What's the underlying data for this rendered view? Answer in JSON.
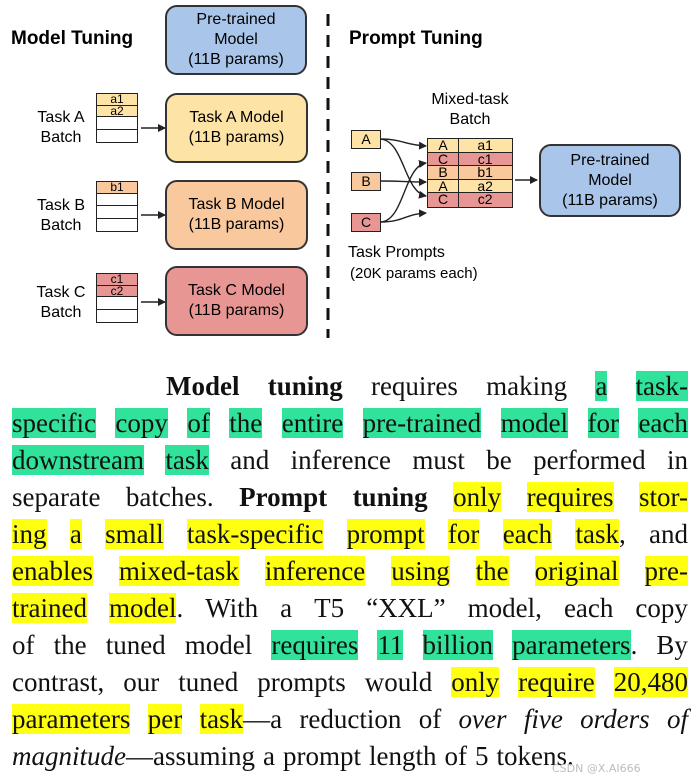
{
  "figure": {
    "left_title": "Model Tuning",
    "right_title": "Prompt Tuning",
    "pretrained_top": [
      "Pre-trained",
      "Model",
      "(11B params)"
    ],
    "tasks": [
      {
        "batch_label": [
          "Task A",
          "Batch"
        ],
        "rows": [
          "a1",
          "a2",
          "",
          ""
        ],
        "model": [
          "Task A Model",
          "(11B params)"
        ],
        "color": "#fde3a6"
      },
      {
        "batch_label": [
          "Task B",
          "Batch"
        ],
        "rows": [
          "b1",
          "",
          "",
          ""
        ],
        "model": [
          "Task B Model",
          "(11B params)"
        ],
        "color": "#f9c89d"
      },
      {
        "batch_label": [
          "Task C",
          "Batch"
        ],
        "rows": [
          "c1",
          "c2",
          "",
          ""
        ],
        "model": [
          "Task C Model",
          "(11B params)"
        ],
        "color": "#e89693"
      }
    ],
    "mixed_batch_label": [
      "Mixed-task",
      "Batch"
    ],
    "prompt_tokens": [
      "A",
      "B",
      "C"
    ],
    "mixed_rows": [
      {
        "task": "A",
        "value": "a1"
      },
      {
        "task": "C",
        "value": "c1"
      },
      {
        "task": "B",
        "value": "b1"
      },
      {
        "task": "A",
        "value": "a2"
      },
      {
        "task": "C",
        "value": "c2"
      }
    ],
    "pretrained_right": [
      "Pre-trained",
      "Model",
      "(11B params)"
    ],
    "task_prompts_label": [
      "Task Prompts",
      "(20K params each)"
    ],
    "colors": {
      "task_a": "#fde3a6",
      "task_b": "#f9c89d",
      "task_c": "#e89693",
      "pretrained": "#a9c6ea",
      "highlight_green": "#31e29a",
      "highlight_yellow": "#ffff10"
    }
  },
  "paragraph": {
    "lines": [
      [
        {
          "t": "Model",
          "s": "b"
        },
        {
          "t": "tuning",
          "s": "b"
        },
        {
          "t": "requires"
        },
        {
          "t": "making"
        },
        {
          "t": "a",
          "h": "g"
        },
        {
          "t": "task-",
          "h": "g"
        }
      ],
      [
        {
          "t": "specific",
          "h": "g"
        },
        {
          "t": "copy",
          "h": "g"
        },
        {
          "t": "of",
          "h": "g"
        },
        {
          "t": "the",
          "h": "g"
        },
        {
          "t": "entire",
          "h": "g"
        },
        {
          "t": "pre-trained",
          "h": "g"
        },
        {
          "t": "model",
          "h": "g"
        },
        {
          "t": "for",
          "h": "g"
        },
        {
          "t": "each",
          "h": "g"
        }
      ],
      [
        {
          "t": "downstream",
          "h": "g"
        },
        {
          "t": "task",
          "h": "g"
        },
        {
          "t": "and"
        },
        {
          "t": "inference"
        },
        {
          "t": "must"
        },
        {
          "t": "be"
        },
        {
          "t": "performed"
        },
        {
          "t": "in"
        }
      ],
      [
        {
          "t": "separate"
        },
        {
          "t": "batches."
        },
        {
          "t": "Prompt",
          "s": "b"
        },
        {
          "t": "tuning",
          "s": "b"
        },
        {
          "t": "only",
          "h": "y"
        },
        {
          "t": "requires",
          "h": "y"
        },
        {
          "t": "stor-",
          "h": "y"
        }
      ],
      [
        {
          "t": "ing",
          "h": "y"
        },
        {
          "t": "a",
          "h": "y"
        },
        {
          "t": "small",
          "h": "y"
        },
        {
          "t": "task-specific",
          "h": "y"
        },
        {
          "t": "prompt",
          "h": "y"
        },
        {
          "t": "for",
          "h": "y"
        },
        {
          "t": "each",
          "h": "y"
        },
        {
          "t": "task",
          "h": "y",
          "after": ","
        },
        {
          "t": "and"
        }
      ],
      [
        {
          "t": "enables",
          "h": "y"
        },
        {
          "t": "mixed-task",
          "h": "y"
        },
        {
          "t": "inference",
          "h": "y"
        },
        {
          "t": "using",
          "h": "y"
        },
        {
          "t": "the",
          "h": "y"
        },
        {
          "t": "original",
          "h": "y"
        },
        {
          "t": "pre-",
          "h": "y"
        }
      ],
      [
        {
          "t": "trained",
          "h": "y"
        },
        {
          "t": "model",
          "h": "y",
          "after": "."
        },
        {
          "t": "With"
        },
        {
          "t": "a"
        },
        {
          "t": "T5"
        },
        {
          "t": "“XXL”"
        },
        {
          "t": "model,"
        },
        {
          "t": "each"
        },
        {
          "t": "copy"
        }
      ],
      [
        {
          "t": "of"
        },
        {
          "t": "the"
        },
        {
          "t": "tuned"
        },
        {
          "t": "model"
        },
        {
          "t": "requires",
          "h": "g"
        },
        {
          "t": "11",
          "h": "g"
        },
        {
          "t": "billion",
          "h": "g"
        },
        {
          "t": "parameters",
          "h": "g",
          "after": "."
        },
        {
          "t": "By"
        }
      ],
      [
        {
          "t": "contrast,"
        },
        {
          "t": "our"
        },
        {
          "t": "tuned"
        },
        {
          "t": "prompts"
        },
        {
          "t": "would"
        },
        {
          "t": "only",
          "h": "y"
        },
        {
          "t": "require",
          "h": "y"
        },
        {
          "t": "20,480",
          "h": "y"
        }
      ],
      [
        {
          "t": "parameters",
          "h": "y"
        },
        {
          "t": "per",
          "h": "y"
        },
        {
          "t": "task",
          "h": "y",
          "after": "—a"
        },
        {
          "t": "reduction"
        },
        {
          "t": "of"
        },
        {
          "t": "over",
          "s": "i"
        },
        {
          "t": "five",
          "s": "i"
        },
        {
          "t": "orders",
          "s": "i"
        },
        {
          "t": "of",
          "s": "i"
        }
      ],
      [
        {
          "t": "magnitude",
          "s": "i",
          "after": "—assuming"
        },
        {
          "t": "a"
        },
        {
          "t": "prompt"
        },
        {
          "t": "length"
        },
        {
          "t": "of"
        },
        {
          "t": "5"
        },
        {
          "t": "tokens."
        }
      ]
    ]
  },
  "watermark": "CSDN @X.AI666"
}
